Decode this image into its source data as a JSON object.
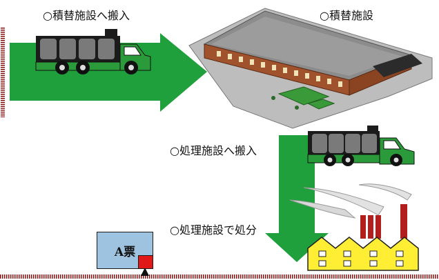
{
  "labels": {
    "transfer_in": "○積替施設へ搬入",
    "transfer_facility": "○積替施設",
    "processing_in": "○処理施設へ搬入",
    "processing_disposal": "○処理施設で処分"
  },
  "a_ticket": {
    "label": "A票"
  },
  "icons": {
    "truck": "dump-truck-icon",
    "warehouse": "transfer-facility-building-icon",
    "factory": "processing-factory-icon"
  },
  "colors": {
    "arrow": "#1fa03c",
    "truck_body": "#2a9a3a",
    "dashed_border": "#8a1010",
    "ticket": "#9ec3e0",
    "ticket_corner": "#e01818",
    "factory": "#ffee33"
  }
}
